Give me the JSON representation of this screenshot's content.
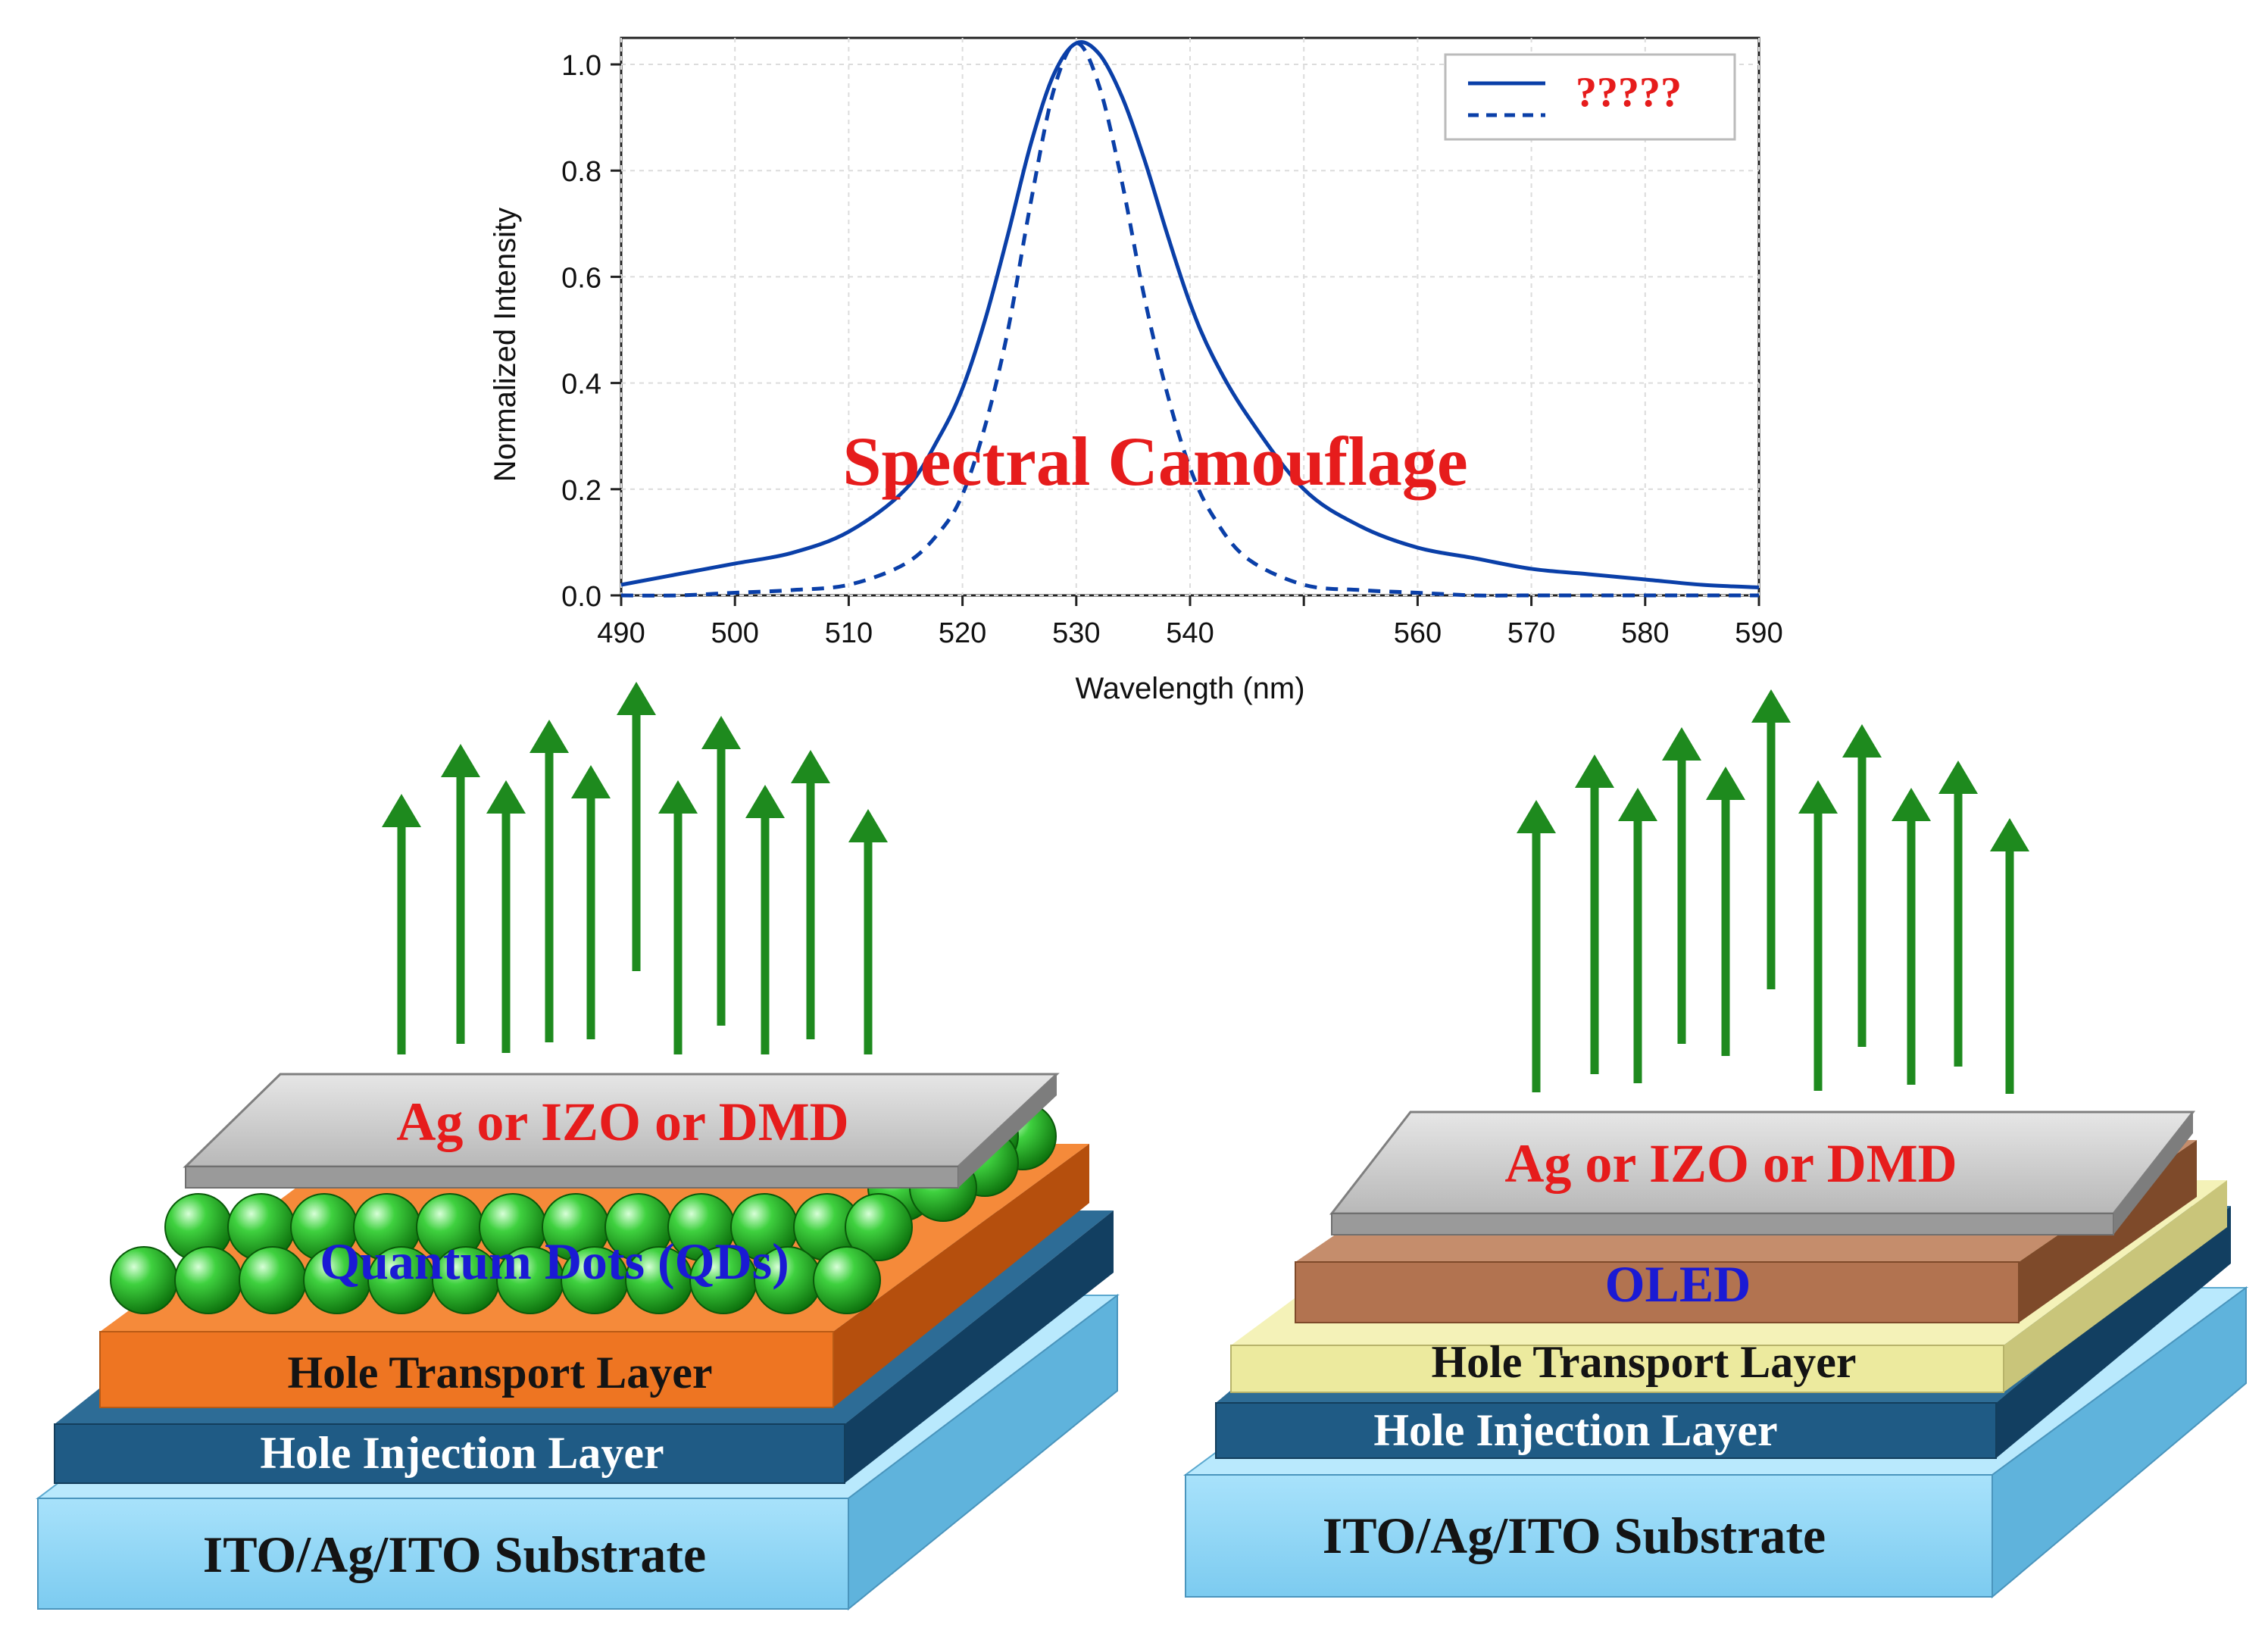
{
  "chart_data": {
    "type": "line",
    "xlabel": "Wavelength (nm)",
    "ylabel": "Normalized Intensity",
    "xlim": [
      490,
      590
    ],
    "ylim": [
      0,
      1.05
    ],
    "xticks": [
      490,
      500,
      510,
      520,
      530,
      540,
      550,
      560,
      570,
      580,
      590
    ],
    "yticks": [
      0.0,
      0.2,
      0.4,
      0.6,
      0.8,
      1.0
    ],
    "xtick_labels": [
      "490",
      "500",
      "510",
      "520",
      "530",
      "540",
      "560",
      "570",
      "580",
      "590"
    ],
    "ytick_labels": [
      "0.0",
      "0.2",
      "0.4",
      "0.6",
      "0.8",
      "1.0"
    ],
    "grid": true,
    "legend_position": "top-right",
    "legend_label": "?????",
    "annotation": "Spectral Camouflage",
    "series": [
      {
        "style": "solid",
        "color": "#0a3fa8",
        "x": [
          490,
          495,
          500,
          505,
          510,
          515,
          518,
          520,
          522,
          524,
          526,
          528,
          530,
          532,
          534,
          536,
          538,
          540,
          542,
          545,
          550,
          555,
          560,
          565,
          570,
          575,
          580,
          585,
          590
        ],
        "y": [
          0.02,
          0.04,
          0.06,
          0.08,
          0.12,
          0.2,
          0.3,
          0.39,
          0.52,
          0.68,
          0.85,
          0.98,
          1.04,
          1.02,
          0.94,
          0.82,
          0.68,
          0.55,
          0.45,
          0.34,
          0.2,
          0.13,
          0.09,
          0.07,
          0.05,
          0.04,
          0.03,
          0.02,
          0.015
        ]
      },
      {
        "style": "dashed",
        "color": "#0a3fa8",
        "x": [
          490,
          495,
          500,
          505,
          510,
          515,
          518,
          520,
          522,
          524,
          526,
          528,
          530,
          532,
          534,
          536,
          538,
          540,
          542,
          545,
          550,
          555,
          560,
          565,
          570,
          575,
          580,
          585,
          590
        ],
        "y": [
          0.0,
          0.0,
          0.005,
          0.01,
          0.02,
          0.06,
          0.12,
          0.19,
          0.32,
          0.5,
          0.74,
          0.95,
          1.04,
          0.96,
          0.78,
          0.56,
          0.38,
          0.24,
          0.15,
          0.07,
          0.02,
          0.01,
          0.005,
          0.0,
          0.0,
          0.0,
          0.0,
          0.0,
          0.0
        ]
      }
    ]
  },
  "left_device": {
    "electrode": "Ag or IZO or DMD",
    "emitter": "Quantum Dots (QDs)",
    "htl": "Hole Transport Layer",
    "hil": "Hole Injection Layer",
    "substrate": "ITO/Ag/ITO Substrate"
  },
  "right_device": {
    "electrode": "Ag or IZO or DMD",
    "emitter": "OLED",
    "htl": "Hole Transport Layer",
    "hil": "Hole Injection Layer",
    "substrate": "ITO/Ag/ITO Substrate"
  },
  "colors": {
    "arrow": "#1e8a1e",
    "curve": "#0a3fa8",
    "red_text": "#e61c1c",
    "blue_text": "#1a1ad4",
    "substrate": "#8fd6f5",
    "hil": "#1f5b85",
    "htl_left": "#ee7522",
    "htl_right": "#ecea9e",
    "oled": "#b27350",
    "electrode": "#c4c4c4",
    "qd": "#22b822"
  }
}
